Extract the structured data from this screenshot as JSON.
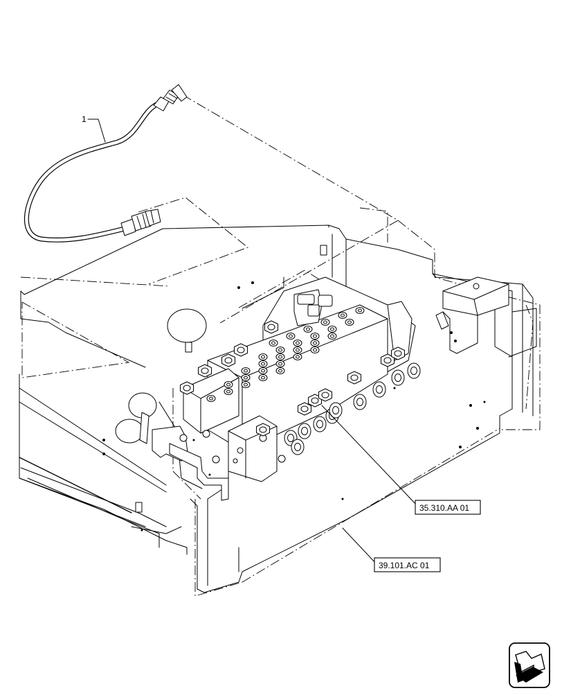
{
  "callouts": {
    "item_1": "1",
    "ref_a": "35.310.AA 01",
    "ref_b": "39.101.AC 01"
  },
  "icons": {
    "nav": "arrow-icon"
  }
}
